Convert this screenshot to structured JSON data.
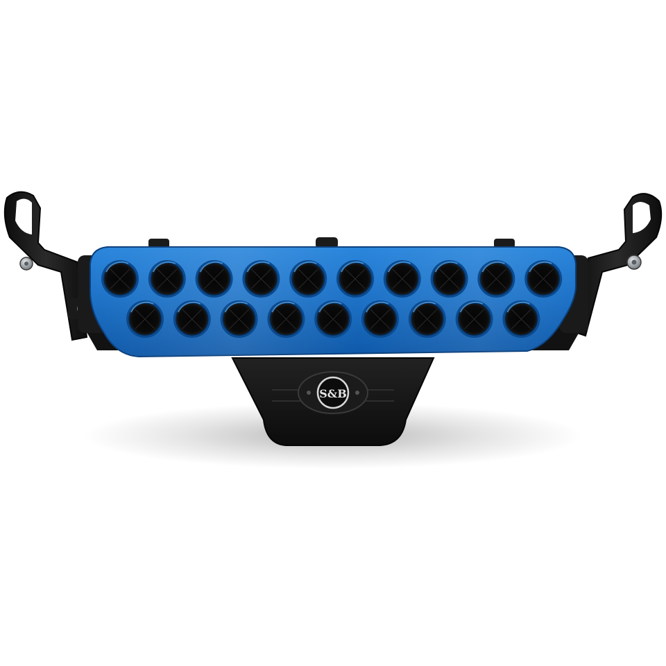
{
  "product": {
    "logo_text": "S&B",
    "colors": {
      "background": "#ffffff",
      "panel_blue": "#1e73c8",
      "panel_blue_light": "#3b95e6",
      "panel_blue_dark": "#0d4f96",
      "frame_black": "#141414",
      "hardware_gray": "#8e9499"
    },
    "vent_rows": [
      10,
      9
    ]
  }
}
